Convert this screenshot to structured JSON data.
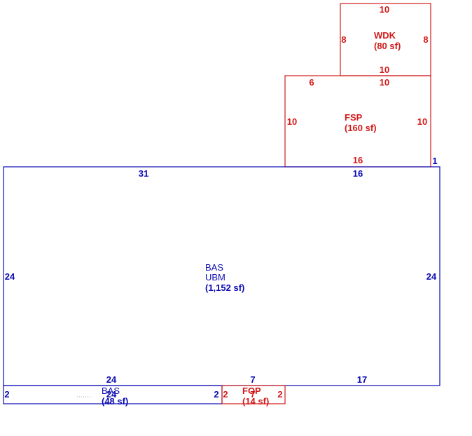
{
  "colors": {
    "living": "#0b0bb4",
    "exterior": "#d31a1a"
  },
  "areas": {
    "wdk": {
      "code": "WDK",
      "area": "(80 sf)"
    },
    "fsp": {
      "code": "FSP",
      "area": "(160 sf)"
    },
    "bas_main": {
      "code": "BAS",
      "sub": "UBM",
      "area": "(1,152 sf)"
    },
    "bas_small": {
      "code": "BAS",
      "area": "(48 sf)"
    },
    "fop": {
      "code": "FOP",
      "area": "(14 sf)"
    }
  },
  "dims": {
    "wdk_top": "10",
    "wdk_left": "8",
    "wdk_right": "8",
    "wdk_bottom": "10",
    "fsp_top_left": "6",
    "fsp_top": "10",
    "fsp_left": "10",
    "fsp_right": "10",
    "fsp_bottom": "16",
    "offset_right": "1",
    "bas_top_left": "31",
    "bas_top_right": "16",
    "bas_left": "24",
    "bas_right": "24",
    "bas_bottom_left": "24",
    "bas_bottom_mid": "7",
    "bas_bottom_right": "17",
    "small_left": "2",
    "small_right": "2",
    "small_inner": "24",
    "fop_left": "2",
    "fop_right": "2",
    "fop_inner": "7"
  }
}
